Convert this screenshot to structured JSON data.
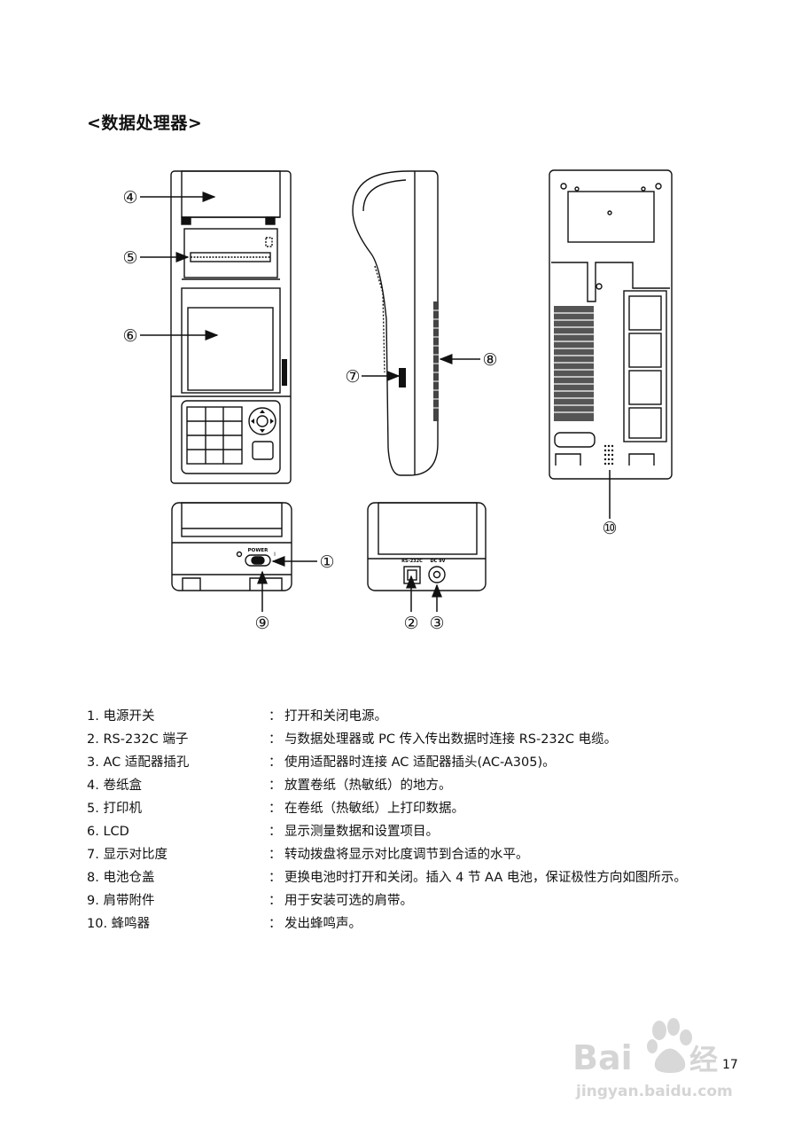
{
  "heading": "<数据处理器>",
  "callouts": {
    "c1": "①",
    "c2": "②",
    "c3": "③",
    "c4": "④",
    "c5": "⑤",
    "c6": "⑥",
    "c7": "⑦",
    "c8": "⑧",
    "c9": "⑨",
    "c10": "⑩"
  },
  "device_labels": {
    "power": "POWER",
    "rs232c": "RS-232C",
    "dc": "DC 9V",
    "on": "I",
    "off": "O"
  },
  "items": [
    {
      "name": "1. 电源开关",
      "colon": "：",
      "desc": "打开和关闭电源。"
    },
    {
      "name": "2. RS-232C 端子",
      "colon": "：",
      "desc": "与数据处理器或 PC 传入传出数据时连接 RS-232C 电缆。"
    },
    {
      "name": "3. AC 适配器插孔",
      "colon": "：",
      "desc": "使用适配器时连接 AC 适配器插头(AC-A305)。"
    },
    {
      "name": "4. 卷纸盒",
      "colon": "：",
      "desc": "放置卷纸（热敏纸）的地方。"
    },
    {
      "name": "5. 打印机",
      "colon": "：",
      "desc": "在卷纸（热敏纸）上打印数据。"
    },
    {
      "name": "6. LCD",
      "colon": "：",
      "desc": "显示测量数据和设置项目。"
    },
    {
      "name": "7. 显示对比度",
      "colon": "：",
      "desc": "转动拨盘将显示对比度调节到合适的水平。"
    },
    {
      "name": "8. 电池仓盖",
      "colon": "：",
      "desc": "更换电池时打开和关闭。插入 4 节 AA 电池，保证极性方向如图所示。"
    },
    {
      "name": "9. 肩带附件",
      "colon": "：",
      "desc": "用于安装可选的肩带。"
    },
    {
      "name": "10. 蜂鸣器",
      "colon": "：",
      "desc": "发出蜂鸣声。"
    }
  ],
  "page_number": "17",
  "watermark": {
    "brand": "Baidu经验",
    "url": "jingyan.baidu.com"
  }
}
